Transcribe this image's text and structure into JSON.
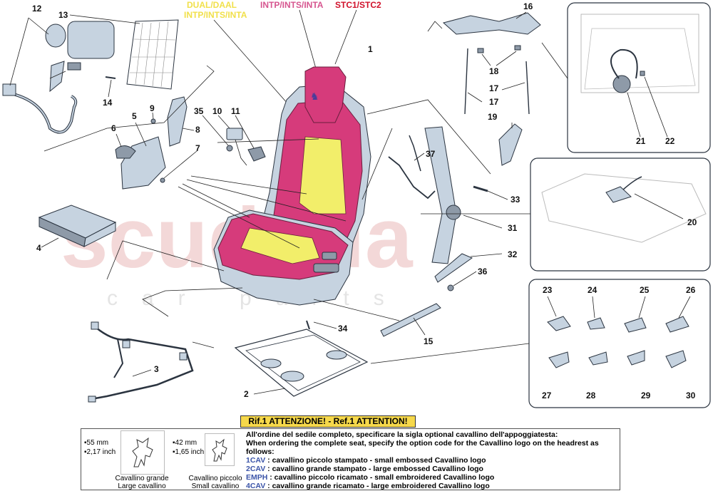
{
  "header_labels": {
    "dual": "DUAL/DAAL",
    "intp_yellow": "INTP/INTS/INTA",
    "intp_pink": "INTP/INTS/INTA",
    "stc": "STC1/STC2"
  },
  "colors": {
    "yellow_label": "#f1e04a",
    "pink_label": "#d6558f",
    "red_label": "#d0102a",
    "seat_pink": "#d63b7b",
    "seat_yellow": "#f2ee6a",
    "part_blue": "#c6d3e0",
    "banner": "#f6d84a",
    "option_code": "#3b54a8"
  },
  "watermark": {
    "brand": "scuderia",
    "sub": "car parts"
  },
  "callouts": [
    "1",
    "2",
    "3",
    "4",
    "5",
    "6",
    "7",
    "8",
    "9",
    "10",
    "11",
    "12",
    "13",
    "14",
    "15",
    "16",
    "17",
    "17",
    "18",
    "19",
    "20",
    "21",
    "22",
    "23",
    "24",
    "25",
    "26",
    "27",
    "28",
    "29",
    "30",
    "31",
    "32",
    "33",
    "34",
    "35",
    "36",
    "37"
  ],
  "note": {
    "banner": "Rif.1 ATTENZIONE! - Ref.1 ATTENTION!",
    "big_dim_1": "▪55 mm",
    "big_dim_2": "▪2,17 inch",
    "big_caption_1": "Cavallino grande",
    "big_caption_2": "Large cavallino",
    "small_dim_1": "▪42 mm",
    "small_dim_2": "▪1,65 inch",
    "small_caption_1": "Cavallino piccolo",
    "small_caption_2": "Small cavallino",
    "line_it": "All'ordine del sedile completo, specificare la sigla optional cavallino dell'appoggiatesta:",
    "line_en": "When ordering the complete seat, specify the option code for the Cavallino logo on the headrest as follows:",
    "options": [
      {
        "code": "1CAV",
        "text": " : cavallino piccolo stampato - small embossed Cavallino logo"
      },
      {
        "code": "2CAV",
        "text": " : cavallino grande stampato - large embossed Cavallino logo"
      },
      {
        "code": "EMPH",
        "text": " : cavallino piccolo ricamato - small embroidered Cavallino logo"
      },
      {
        "code": "4CAV",
        "text": " : cavallino grande ricamato - large embroidered Cavallino logo"
      }
    ]
  }
}
